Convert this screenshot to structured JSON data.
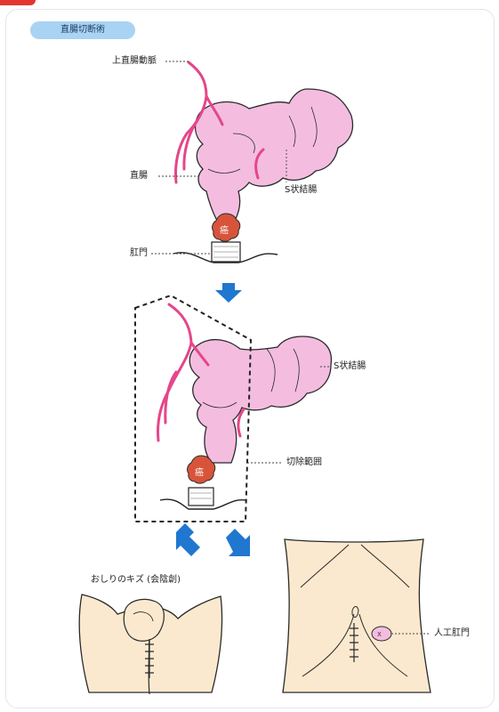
{
  "title": "直腸切断術",
  "colors": {
    "intestine": "#f4bde0",
    "vessel": "#e5468a",
    "tumor": "#d7543a",
    "skin": "#fbe9cf",
    "arrow": "#1f77d0",
    "pill": "#a9d3f2"
  },
  "top_diagram": {
    "labels": {
      "artery": "上直腸動脈",
      "rectum": "直腸",
      "sigmoid": "S状結腸",
      "anus": "肛門",
      "tumor": "癌"
    }
  },
  "middle_diagram": {
    "labels": {
      "sigmoid": "S状結腸",
      "resection_range": "切除範囲",
      "tumor": "癌"
    }
  },
  "bottom_left": {
    "caption": "おしりのキズ (会陰創)"
  },
  "bottom_right": {
    "stoma_label": "人工肛門",
    "stoma_mark": "X"
  }
}
